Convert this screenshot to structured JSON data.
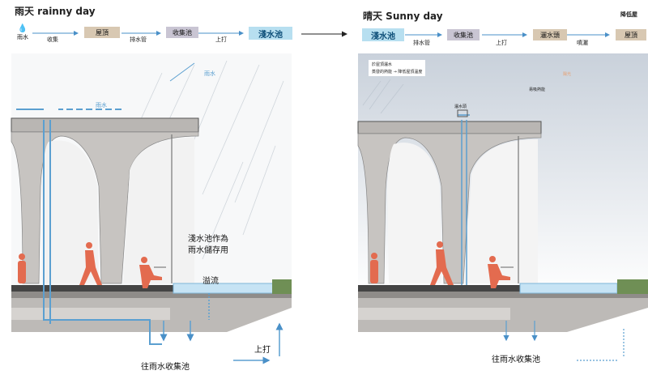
{
  "rainy": {
    "title": "雨天  rainny day",
    "flow": {
      "rain": "雨水",
      "collect": "收集",
      "roof": "屋頂",
      "drain_pipe": "排水管",
      "collection_tank": "收集池",
      "pump_up": "上打",
      "shallow_pool": "淺水池"
    },
    "labels": {
      "rain_water": "雨水",
      "rain_water2": "雨水",
      "pool_storage_line1": "淺水池作為",
      "pool_storage_line2": "雨水儲存用",
      "overflow": "溢流",
      "to_collection_tank": "往雨水收集池",
      "pump_up": "上打"
    }
  },
  "sunny": {
    "title": "晴天  Sunny day",
    "flow": {
      "shallow_pool": "淺水池",
      "drain_pipe": "排水管",
      "collection_tank": "收集池",
      "pump_up": "上打",
      "sprinkler": "灑水頭",
      "spray": "噴灑",
      "roof_cooling": "降低屋"
    },
    "labels": {
      "note_line1": "於屋頂灑水",
      "note_line2": "蒸發的熱能 → 降低屋頂溫度",
      "sun": "陽光",
      "radiant_heat": "易吸熱能",
      "sprinkler_small": "灑水頭",
      "to_collection_tank": "往雨水收集池"
    }
  },
  "colors": {
    "concrete": "#b9b6b3",
    "concrete_dark": "#8f8c89",
    "water": "#5b9fd0",
    "pool": "#c6e3f4",
    "person": "#e36b4f",
    "sky": "#dfe4ea"
  }
}
